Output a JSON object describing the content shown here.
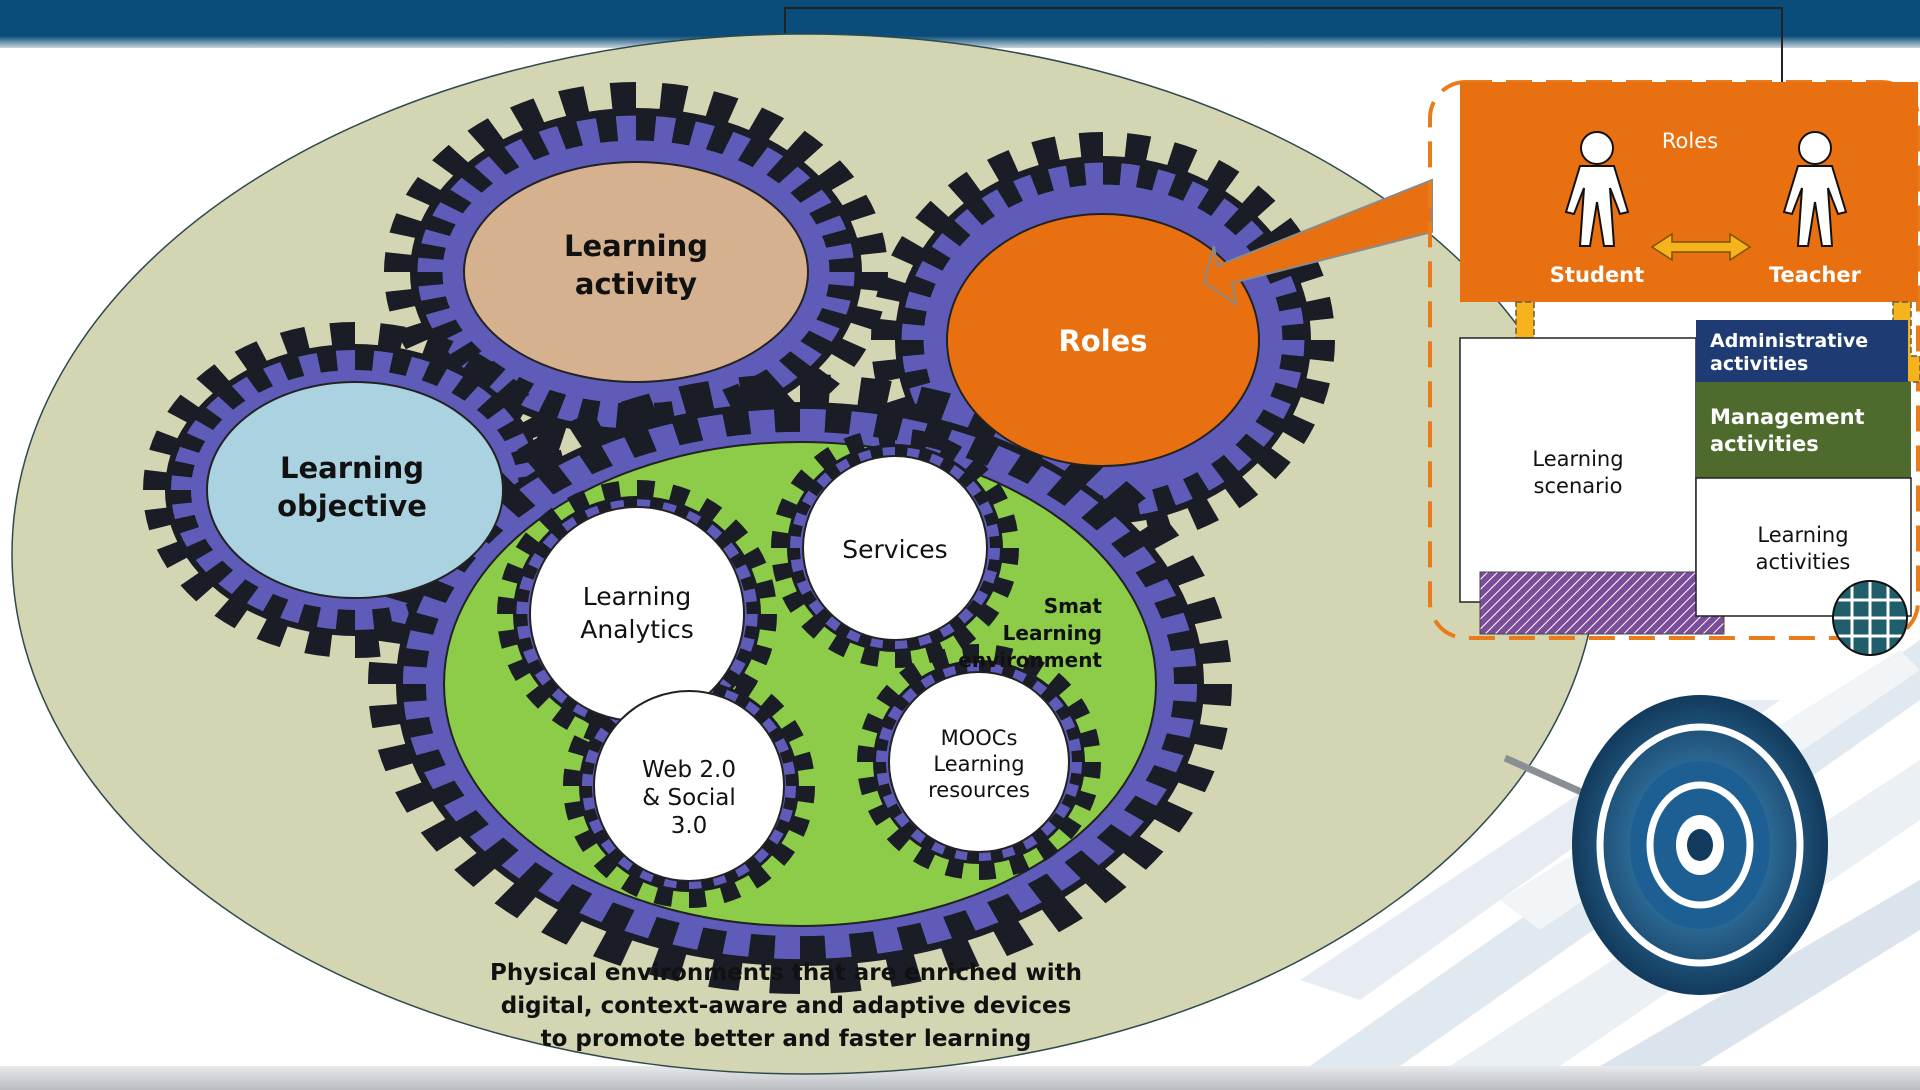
{
  "gears": {
    "learning_activity": [
      "Learning",
      "activity"
    ],
    "roles": "Roles",
    "learning_objective": [
      "Learning",
      "objective"
    ],
    "services": "Services",
    "learning_analytics": [
      "Learning",
      "Analytics"
    ],
    "web_social": [
      "Web 2.0",
      "& Social",
      "3.0"
    ],
    "moocs": [
      "MOOCs",
      "Learning",
      "resources"
    ]
  },
  "smart_env_label": [
    "Smat",
    "Learning",
    "environment"
  ],
  "physical_caption": [
    "Physical environments that are enriched with",
    "digital, context-aware and adaptive devices",
    "to promote better and faster learning"
  ],
  "roles_panel": {
    "title": "Roles",
    "student": "Student",
    "teacher": "Teacher",
    "learning_scenario": [
      "Learning",
      "scenario"
    ],
    "administrative": [
      "Administrative",
      "activities"
    ],
    "management": [
      "Management",
      "activities"
    ],
    "learning_activities": [
      "Learning",
      "activities"
    ]
  },
  "colors": {
    "header_bar": "#0b4d7a",
    "ellipse_fill": "#d4d6b3",
    "gear_outer": "#1a1c26",
    "gear_inner": "#5e5cb8",
    "learning_activity_fill": "#d6b18f",
    "roles_orange": "#e97011",
    "objective_fill": "#aad2e0",
    "smart_green": "#8ccc48",
    "admin_blue": "#1f3b74",
    "management_green": "#4e6b2d",
    "dashed_orange": "#e87c1d",
    "arrow_yellow": "#f6b31b"
  }
}
